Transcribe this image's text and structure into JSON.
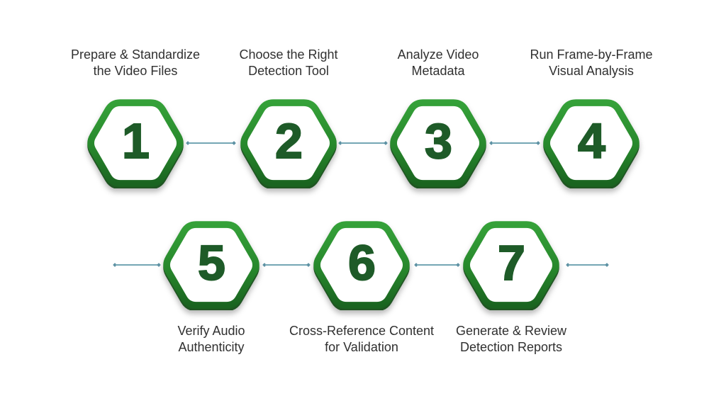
{
  "diagram": {
    "type": "process-steps",
    "step_count": 7,
    "rows": 2
  },
  "colors": {
    "background": "#ffffff",
    "hex_ring_top": "#35a139",
    "hex_ring_mid": "#27872c",
    "hex_ring_bottom": "#1a6420",
    "hex_ring_depth": "#0e4a12",
    "number": "#1e5b28",
    "label_text": "#303030",
    "connector": "#74a6b4",
    "connector_dot": "#5d91a3"
  },
  "steps": [
    {
      "number": "1",
      "label": "Prepare & Standardize\nthe Video Files"
    },
    {
      "number": "2",
      "label": "Choose the Right\nDetection Tool"
    },
    {
      "number": "3",
      "label": "Analyze Video\nMetadata"
    },
    {
      "number": "4",
      "label": "Run Frame-by-Frame\nVisual Analysis"
    },
    {
      "number": "5",
      "label": "Verify Audio\nAuthenticity"
    },
    {
      "number": "6",
      "label": "Cross-Reference Content\nfor Validation"
    },
    {
      "number": "7",
      "label": "Generate & Review\nDetection Reports"
    }
  ]
}
